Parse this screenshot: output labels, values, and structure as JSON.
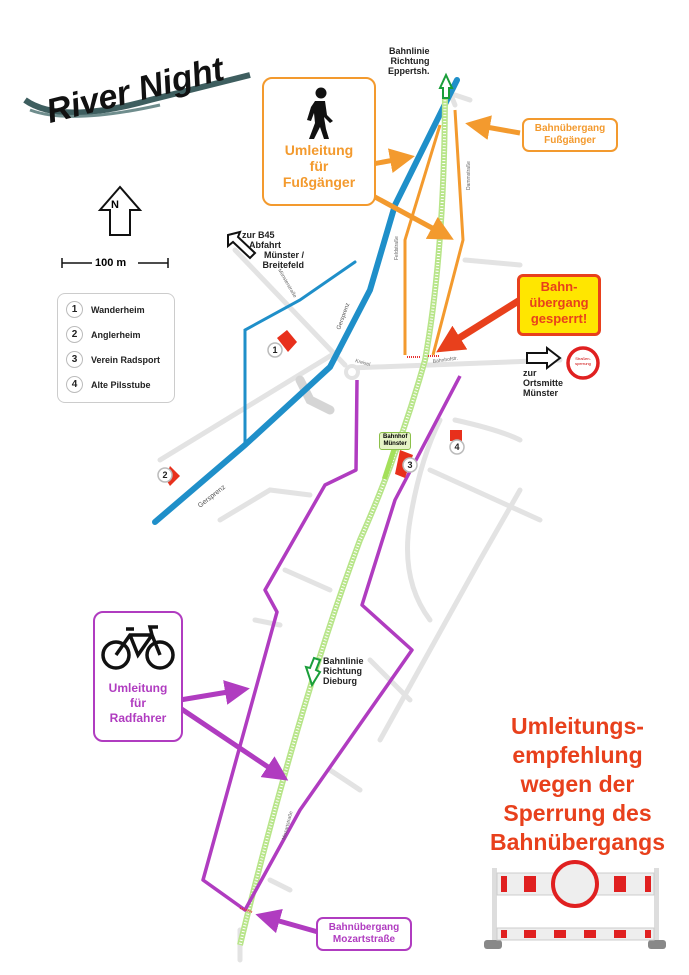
{
  "logo": {
    "text": "River Night"
  },
  "north": {
    "label": "N"
  },
  "scale": {
    "label": "100 m"
  },
  "legend": {
    "items": [
      {
        "num": "1",
        "label": "Wanderheim"
      },
      {
        "num": "2",
        "label": "Anglerheim"
      },
      {
        "num": "3",
        "label": "Verein Radsport"
      },
      {
        "num": "4",
        "label": "Alte Pilsstube"
      }
    ]
  },
  "labels": {
    "rail_north": [
      "Bahnlinie",
      "Richtung",
      "Eppertsh."
    ],
    "rail_south": [
      "Bahnlinie",
      "Richtung",
      "Dieburg"
    ],
    "b45": [
      "zur B45",
      "Abfahrt",
      "Münster /",
      "Breitefeld"
    ],
    "ortsmitte": [
      "zur",
      "Ortsmitte",
      "Münster"
    ],
    "sign_text": [
      "Straßen-",
      "sperrung"
    ],
    "station": [
      "Bahnhof",
      "Münster"
    ]
  },
  "pedestrian_box": {
    "lines": [
      "Umleitung",
      "für",
      "Fußgänger"
    ]
  },
  "bike_box": {
    "lines": [
      "Umleitung",
      "für",
      "Radfahrer"
    ]
  },
  "crossing_pedestrian": {
    "lines": [
      "Bahnübergang",
      "Fußgänger"
    ]
  },
  "crossing_closed": {
    "lines": [
      "Bahn-",
      "übergang",
      "gesperrt!"
    ]
  },
  "crossing_mozart": {
    "lines": [
      "Bahnübergang",
      "Mozartstraße"
    ]
  },
  "headline": {
    "lines": [
      "Umleitungs-",
      "empfehlung",
      "wegen der",
      "Sperrung des",
      "Bahnübergangs"
    ]
  },
  "streets": {
    "gersprenz1": "Gersprenz",
    "gersprenz2": "Gersprenz",
    "kreisel": "Kreisel",
    "bahnhofstr": "Bahnhofstr.",
    "feldstrasse": "Feldstraße",
    "dammstrasse": "Dammstraße",
    "mozartstrasse": "Mozartstraße",
    "muenster": "Münsterstraße"
  },
  "colors": {
    "pedestrian": "#f39a2e",
    "bike": "#b03cc0",
    "river": "#1f8fc9",
    "rail": "#b8e58a",
    "alert": "#e8401c",
    "alert_bg": "#ffe600"
  }
}
